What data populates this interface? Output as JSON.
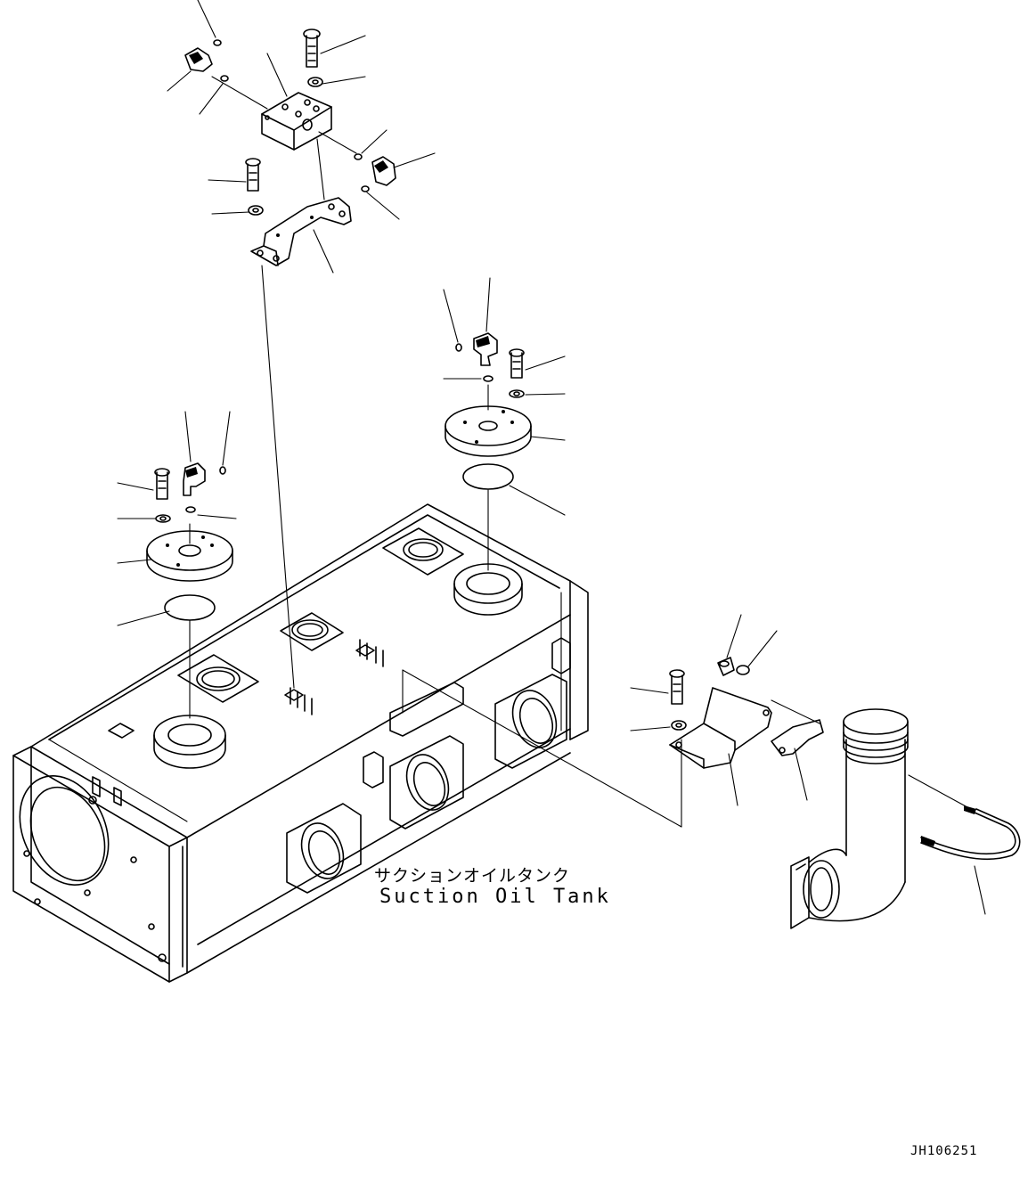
{
  "drawing": {
    "component_label_jp": "サクションオイルタンク",
    "component_label_en": "Suction Oil Tank",
    "drawing_code": "JH106251"
  }
}
